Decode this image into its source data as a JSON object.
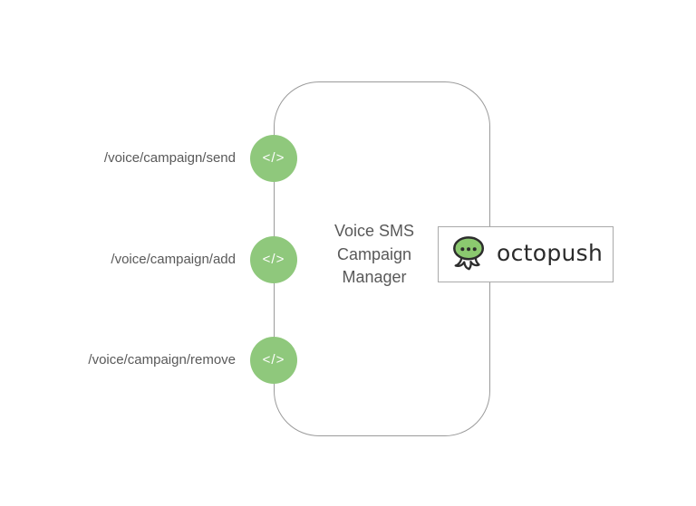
{
  "diagram": {
    "service_title": "Voice SMS\nCampaign\nManager",
    "endpoints": [
      {
        "label": "/voice/campaign/send",
        "icon": "</>"
      },
      {
        "label": "/voice/campaign/add",
        "icon": "</>"
      },
      {
        "label": "/voice/campaign/remove",
        "icon": "</>"
      }
    ],
    "logo": {
      "wordmark": "octopush"
    },
    "colors": {
      "endpoint_green": "#8fc87c",
      "logo_green": "#8bc96f",
      "boundary_gray": "#9b9b9b",
      "label_gray": "#595959",
      "logo_text_dark": "#2b2b2b"
    }
  }
}
